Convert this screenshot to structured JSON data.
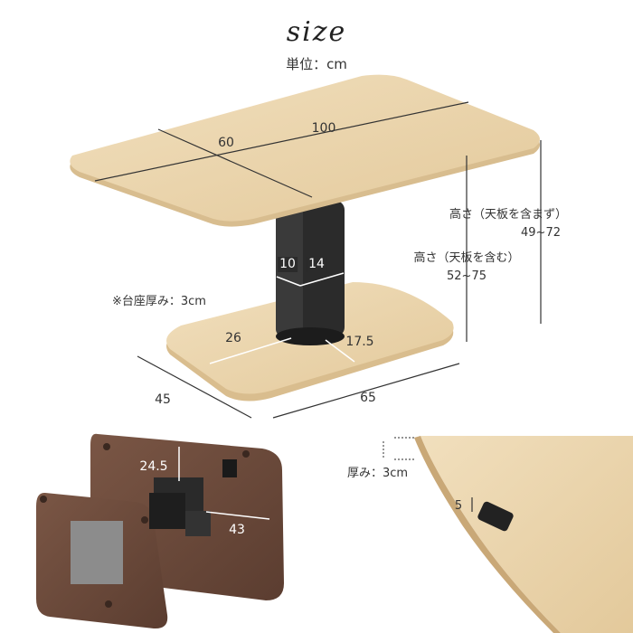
{
  "header": {
    "title": "size",
    "unit": "単位：cm"
  },
  "dimensions": {
    "top_depth": "60",
    "top_width": "100",
    "pillar_left": "10",
    "pillar_right": "14",
    "base_front": "26",
    "base_side": "17.5",
    "base_depth": "45",
    "base_width": "65",
    "height_with_top_label": "高さ（天板を含まず）",
    "height_with_top_range": "49~72",
    "height_incl_top_label": "高さ（天板を含む）",
    "height_incl_top_range": "52~75",
    "base_note": "※台座厚み：3cm",
    "bracket_height": "24.5",
    "bracket_width": "43",
    "thickness_label": "厚み：3cm",
    "edge_offset": "5"
  },
  "colors": {
    "wood_light": "#e8d2ab",
    "wood_dark": "#6b4a3a",
    "metal": "#2a2a2a"
  }
}
